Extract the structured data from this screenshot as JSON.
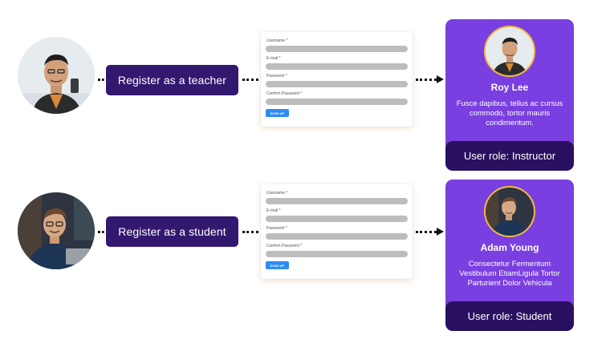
{
  "flows": [
    {
      "register_label": "Register as a teacher",
      "form": {
        "fields": [
          "Username *",
          "E-mail *",
          "Password *",
          "Confirm Password *"
        ],
        "submit_label": "SIGN UP"
      },
      "user": {
        "name": "Roy Lee",
        "description": "Fusce dapibus, tellus ac cursus commodo, tortor mauris condimentum.",
        "role": "User role: Instructor"
      }
    },
    {
      "register_label": "Register as a student",
      "form": {
        "fields": [
          "Username *",
          "E-mail *",
          "Password *",
          "Confirm Password *"
        ],
        "submit_label": "SIGN UP"
      },
      "user": {
        "name": "Adam Young",
        "description": "Consectetur Fermentum Vestibulum EtiamLigula Tortor Parturient Dolor Vehicula",
        "role": "User role: Student"
      }
    }
  ],
  "colors": {
    "register_button": "#33186f",
    "user_card": "#7a3fe0",
    "role_bar": "#2a1160",
    "submit_button": "#2d8cf0",
    "avatar_ring": "#f2b93b"
  },
  "icons": {
    "connector": "dotted-arrow",
    "avatars": [
      "teacher-photo",
      "student-photo"
    ]
  }
}
